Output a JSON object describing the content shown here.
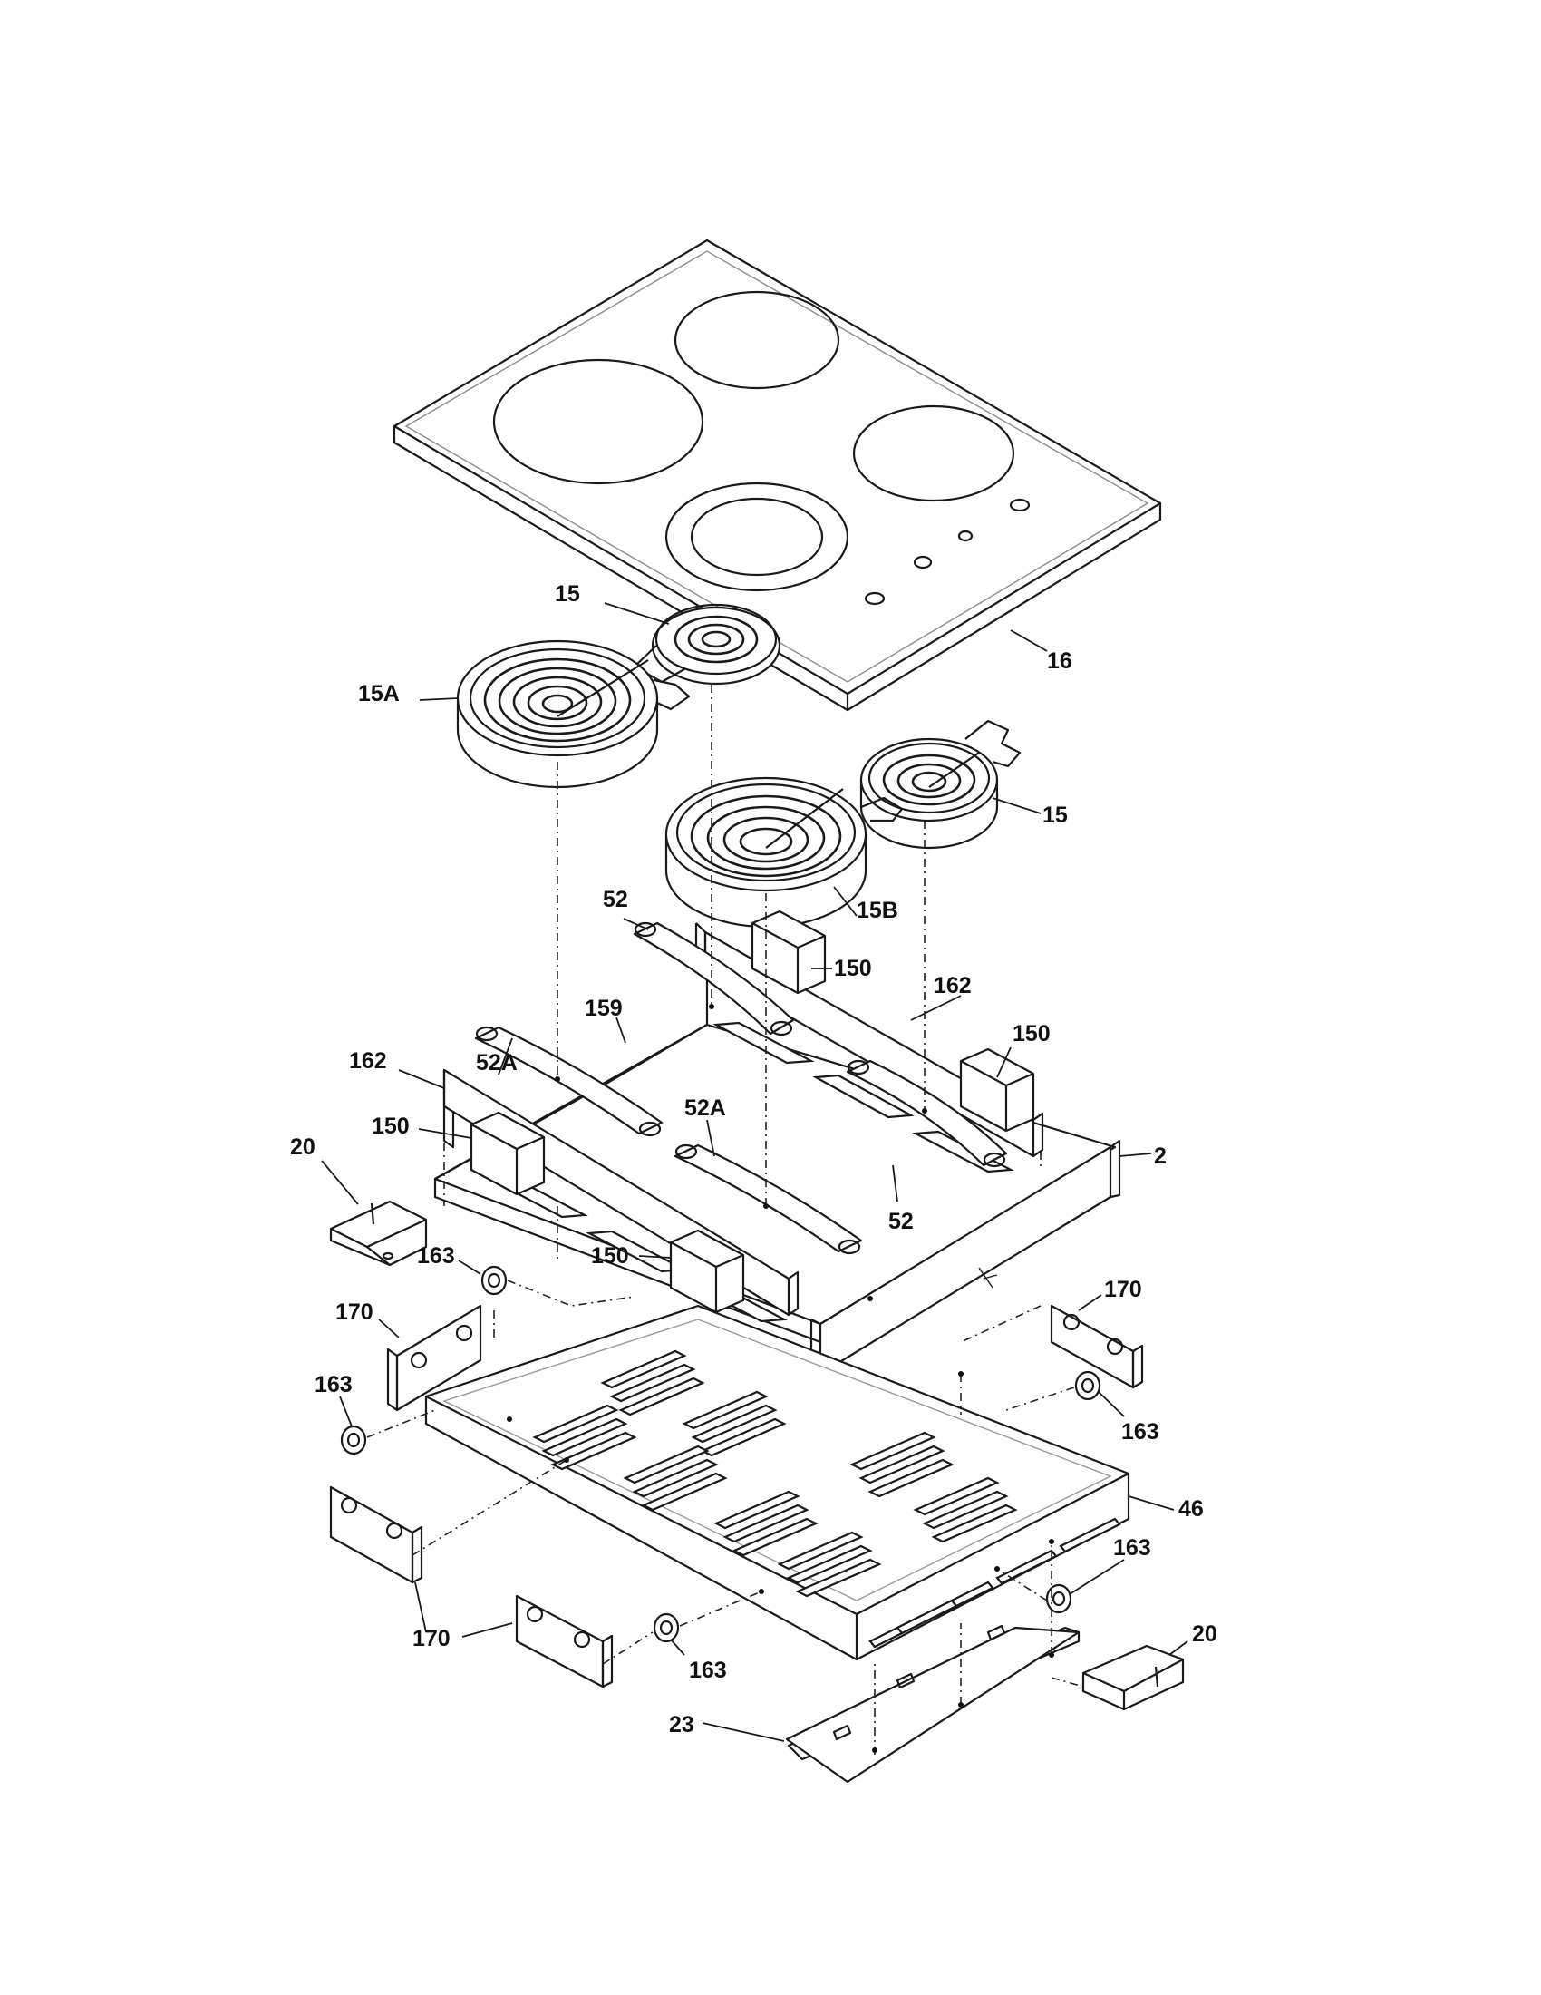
{
  "labels": {
    "l16": "16",
    "l15_top": "15",
    "l15a": "15A",
    "l15_right": "15",
    "l15b": "15B",
    "l52_top": "52",
    "l52a_left": "52A",
    "l159": "159",
    "l150_top": "150",
    "l162_right": "162",
    "l150_right": "150",
    "l162_left": "162",
    "l150_left": "150",
    "l52a_mid": "52A",
    "l2": "2",
    "l20_left": "20",
    "l52_bottom": "52",
    "l163_a": "163",
    "l150_mid": "150",
    "l170_left": "170",
    "l170_right": "170",
    "l163_b": "163",
    "l163_c": "163",
    "l46": "46",
    "l163_d": "163",
    "l20_right": "20",
    "l170_bottom": "170",
    "l163_e": "163",
    "l23": "23"
  }
}
